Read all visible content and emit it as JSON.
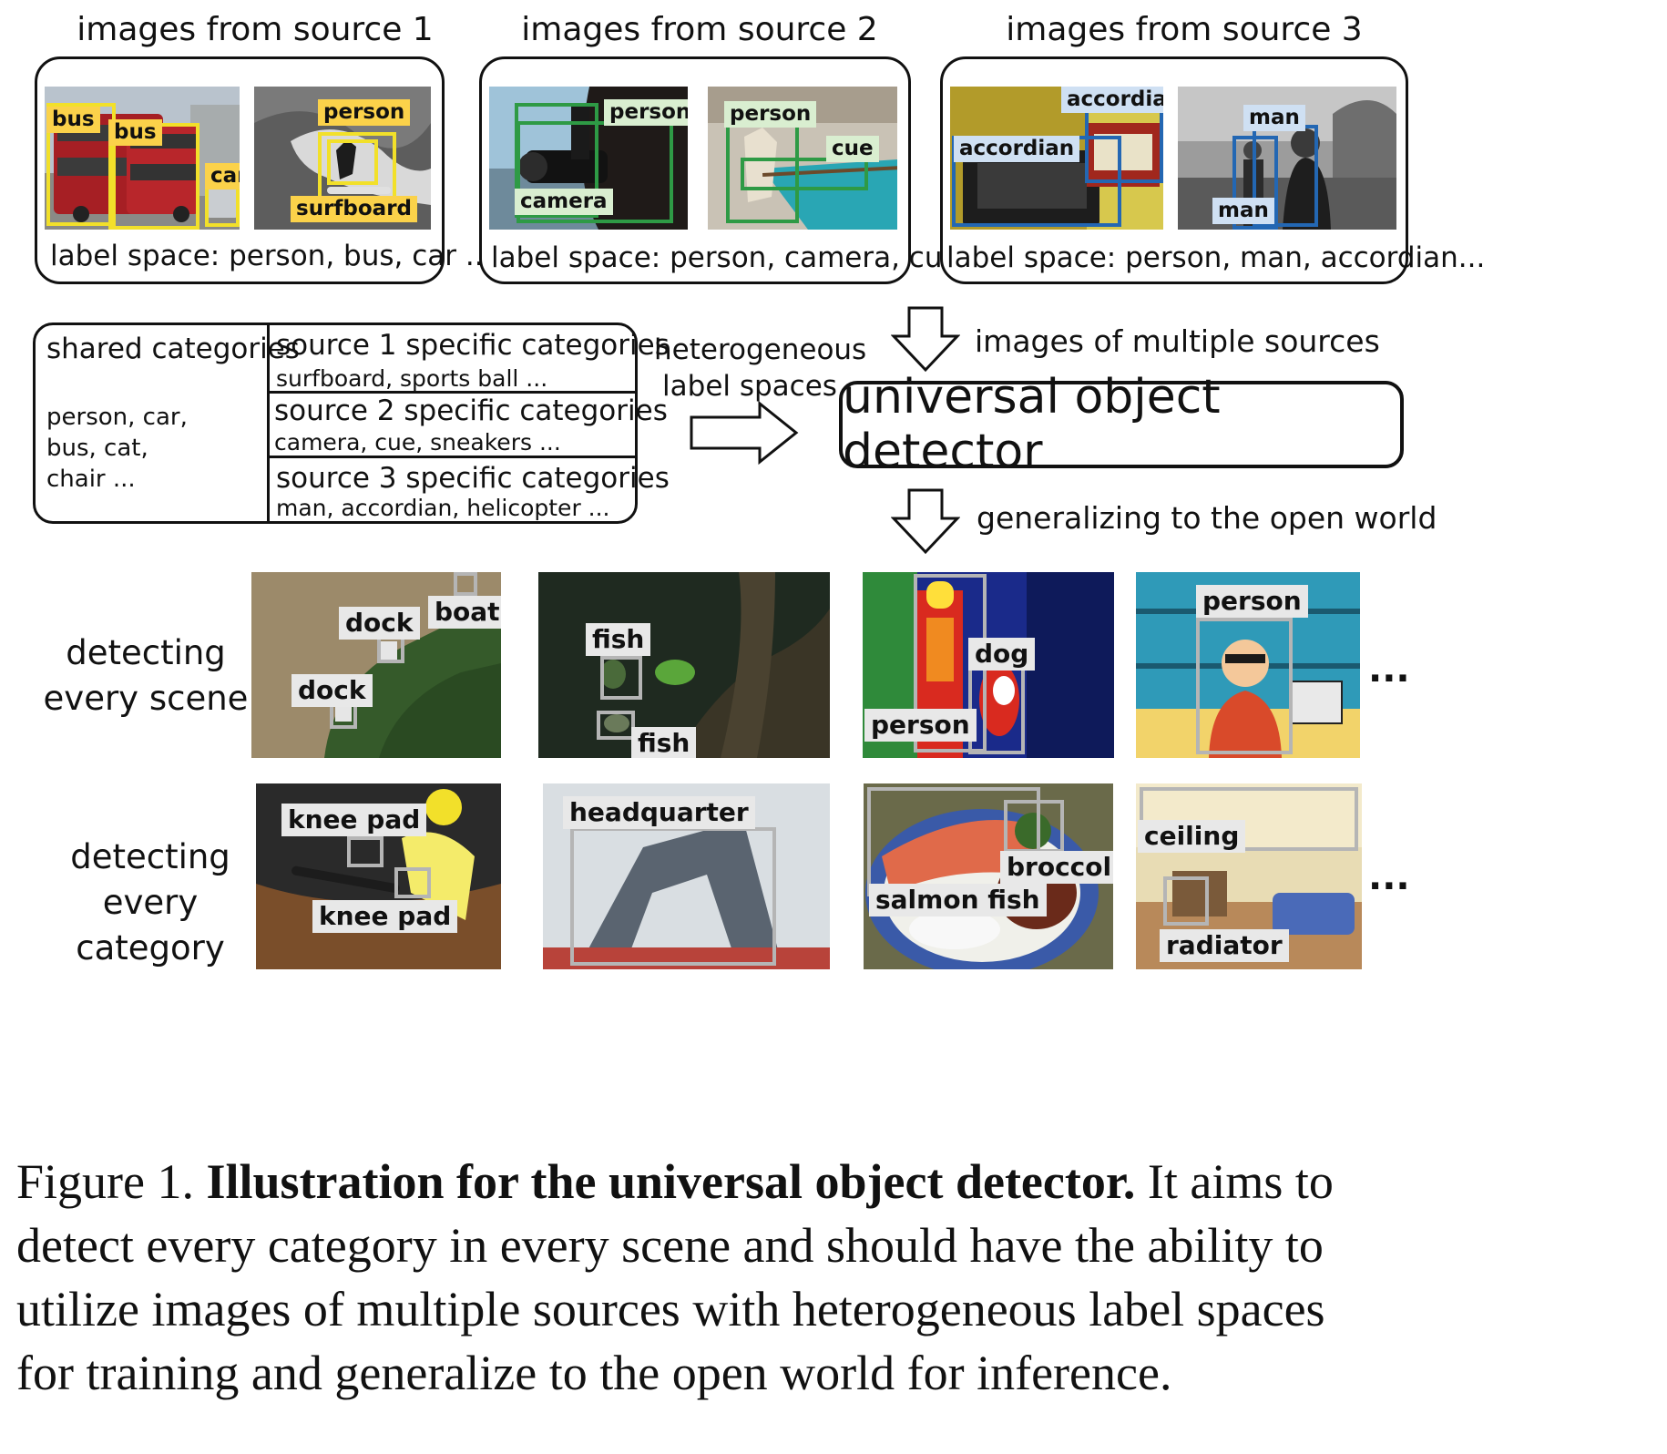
{
  "sources": [
    {
      "title": "images from source 1",
      "label_space": "label space: person, bus, car ..."
    },
    {
      "title": "images from source 2",
      "label_space": "label space: person, camera, cue..."
    },
    {
      "title": "images from source 3",
      "label_space": "label space: person, man, accordian..."
    }
  ],
  "source_tags": {
    "s1a": [
      "bus",
      "bus",
      "car"
    ],
    "s1b": [
      "person",
      "surfboard"
    ],
    "s2a": [
      "person",
      "camera"
    ],
    "s2b": [
      "person",
      "cue"
    ],
    "s3a": [
      "accordian",
      "accordian"
    ],
    "s3b": [
      "man",
      "man"
    ]
  },
  "categories": {
    "shared_header": "shared categories",
    "shared_items": [
      "person, car,",
      "bus, cat,",
      "chair ..."
    ],
    "specific": [
      {
        "header": "source 1 specific categories",
        "items": "surfboard, sports ball ..."
      },
      {
        "header": "source 2 specific categories",
        "items": "camera, cue, sneakers ..."
      },
      {
        "header": "source 3 specific categories",
        "items": "man, accordian, helicopter ..."
      }
    ]
  },
  "heterogeneous": [
    "heterogeneous",
    "label spaces"
  ],
  "multi_sources": "images of multiple sources",
  "detector": "universal object detector",
  "open_world": "generalizing to the open world",
  "rows": [
    {
      "label": [
        "detecting",
        "every scene"
      ]
    },
    {
      "label": [
        "detecting",
        "every category"
      ]
    }
  ],
  "row1_tags": {
    "aerial": [
      "dock",
      "boat",
      "dock"
    ],
    "underwater": [
      "fish",
      "fish"
    ],
    "thermal": [
      "dog",
      "person"
    ],
    "cartoon": [
      "person"
    ]
  },
  "row2_tags": {
    "skate": [
      "knee pad",
      "knee pad"
    ],
    "building": [
      "headquarter"
    ],
    "food": [
      "broccoli",
      "salmon fish"
    ],
    "room": [
      "ceiling",
      "radiator"
    ]
  },
  "ellipsis": "...",
  "caption": {
    "prefix": "Figure 1.",
    "bold": "Illustration for the universal object detector.",
    "line1_rest": "It aims to",
    "line2": "detect every category in every scene and should have the ability to",
    "line3": "utilize images of multiple sources with heterogeneous label spaces",
    "line4": "for training and generalize to the open world for inference."
  },
  "colors": {
    "source1_box": "#f2e02a",
    "source2_box": "#2e9a45",
    "source3_box": "#2367b3",
    "generalize_box": "#b5b5b5"
  }
}
